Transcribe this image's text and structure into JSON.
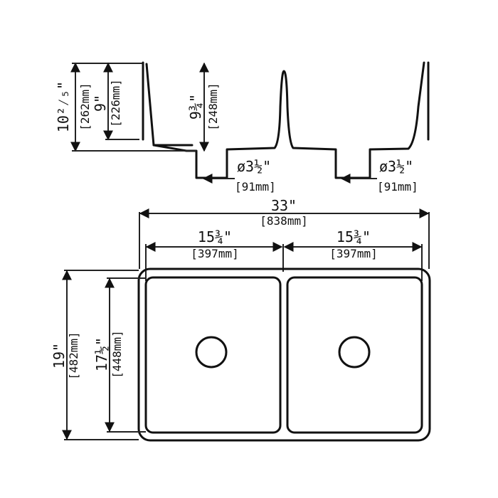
{
  "side_view": {
    "overall_height": {
      "inch": "10²⁄₅\"",
      "mm": "[262mm]"
    },
    "inner_depth": {
      "inch": "9\"",
      "mm": "[226mm]"
    },
    "front_depth": {
      "inch": "9¾\"",
      "mm": "[248mm]"
    },
    "drain_left": {
      "inch": "ø3½\"",
      "mm": "[91mm]"
    },
    "drain_right": {
      "inch": "ø3½\"",
      "mm": "[91mm]"
    }
  },
  "top_view": {
    "overall_width": {
      "inch": "33\"",
      "mm": "[838mm]"
    },
    "left_bowl_width": {
      "inch": "15¾\"",
      "mm": "[397mm]"
    },
    "right_bowl_width": {
      "inch": "15¾\"",
      "mm": "[397mm]"
    },
    "overall_depth": {
      "inch": "19\"",
      "mm": "[482mm]"
    },
    "bowl_depth": {
      "inch": "17½\"",
      "mm": "[448mm]"
    }
  }
}
